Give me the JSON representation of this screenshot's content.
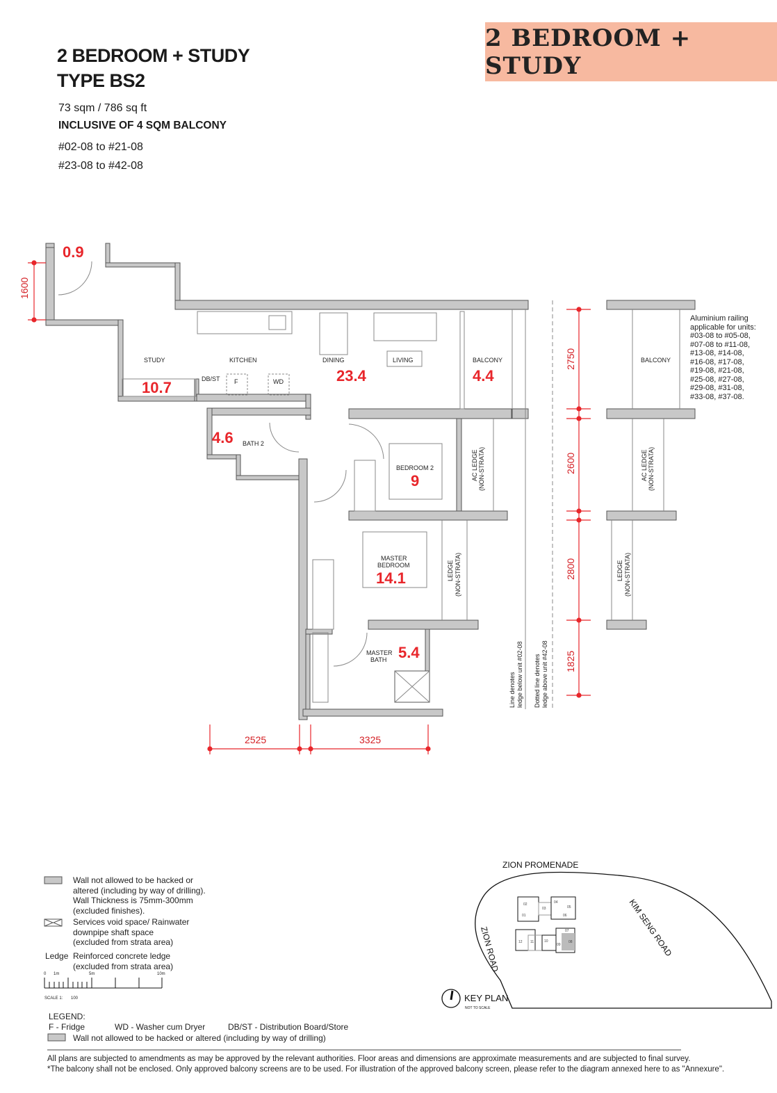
{
  "header": {
    "title_line1": "2 BEDROOM + STUDY",
    "title_line2": "TYPE BS2",
    "banner": "2 BEDROOM + STUDY",
    "area": "73 sqm / 786 sq ft",
    "balcony_note": "INCLUSIVE OF 4 SQM BALCONY",
    "units1": "#02-08 to #21-08",
    "units2": "#23-08 to #42-08"
  },
  "rooms": {
    "store_area": "0.9",
    "study": "STUDY",
    "study_area": "10.7",
    "kitchen": "KITCHEN",
    "dbst": "DB/ST",
    "fridge": "F",
    "wd": "WD",
    "dining": "DINING",
    "living": "LIVING",
    "living_area": "23.4",
    "balcony": "BALCONY",
    "balcony_area": "4.4",
    "bath2": "BATH 2",
    "bath2_area": "4.6",
    "bedroom2": "BEDROOM 2",
    "bedroom2_area": "9",
    "ac_ledge1": "AC LEDGE",
    "ac_ledge2": "(NON-STRATA)",
    "master_bedroom1": "MASTER",
    "master_bedroom2": "BEDROOM",
    "master_area": "14.1",
    "ledge1": "LEDGE",
    "ledge2": "(NON-STRATA)",
    "master_bath1": "MASTER",
    "master_bath2": "BATH",
    "master_bath_area": "5.4"
  },
  "dimensions": {
    "left": "1600",
    "bottom_left": "2525",
    "bottom_right": "3325",
    "r1": "2750",
    "r2": "2600",
    "r3": "2800",
    "r4": "1825"
  },
  "notes": {
    "line1a": "Line denotes",
    "line1b": "ledge below unit #02-08",
    "line2a": "Dotted line denotes",
    "line2b": "ledge above unit #42-08"
  },
  "alt": {
    "balcony": "BALCONY",
    "ac_ledge1": "AC LEDGE",
    "ac_ledge2": "(NON-STRATA)",
    "ledge1": "LEDGE",
    "ledge2": "(NON-STRATA)",
    "railing": [
      "Aluminium railing",
      "applicable for units:",
      "#03-08 to #05-08,",
      "#07-08 to #11-08,",
      "#13-08, #14-08,",
      "#16-08, #17-08,",
      "#19-08, #21-08,",
      "#25-08, #27-08,",
      "#29-08, #31-08,",
      "#33-08, #37-08."
    ]
  },
  "legend_top": {
    "wall": [
      "Wall not allowed to be hacked or",
      "altered (including by way of drilling).",
      "Wall Thickness is 75mm-300mm",
      "(excluded finishes)."
    ],
    "void": [
      "Services void space/ Rainwater",
      "downpipe shaft space",
      "(excluded from strata area)"
    ],
    "ledge_key": "Ledge",
    "ledge": [
      "Reinforced concrete ledge",
      "(excluded from strata area)"
    ],
    "scale_0": "0",
    "scale_1": "1m",
    "scale_5": "5m",
    "scale_10": "10m",
    "scale_label": "SCALE 1:",
    "scale_value": "100"
  },
  "key_plan": {
    "road_top": "ZION PROMENADE",
    "road_left": "ZION ROAD",
    "road_right": "KIM SENG ROAD",
    "title": "KEY PLAN",
    "subtitle": "NOT TO SCALE",
    "units": [
      "01",
      "02",
      "03",
      "04",
      "05",
      "06",
      "07",
      "08",
      "09",
      "10",
      "11",
      "12"
    ]
  },
  "legend": {
    "title": "LEGEND:",
    "f": "F - Fridge",
    "wd": "WD - Washer cum Dryer",
    "dbst": "DB/ST - Distribution Board/Store",
    "wall": "Wall not allowed to be hacked or altered (including by way of drilling)"
  },
  "footer": {
    "line1": "All plans are subjected to amendments as may be approved by the relevant authorities. Floor areas and dimensions are approximate measurements and are subjected to final survey.",
    "line2": "*The balcony shall not be enclosed. Only approved balcony screens are to be used. For illustration of the approved balcony screen, please refer to the diagram annexed here to as \"Annexure\"."
  },
  "colors": {
    "accent": "#e8262b",
    "banner": "#f7b9a0",
    "wall": "#c8c8c8"
  }
}
